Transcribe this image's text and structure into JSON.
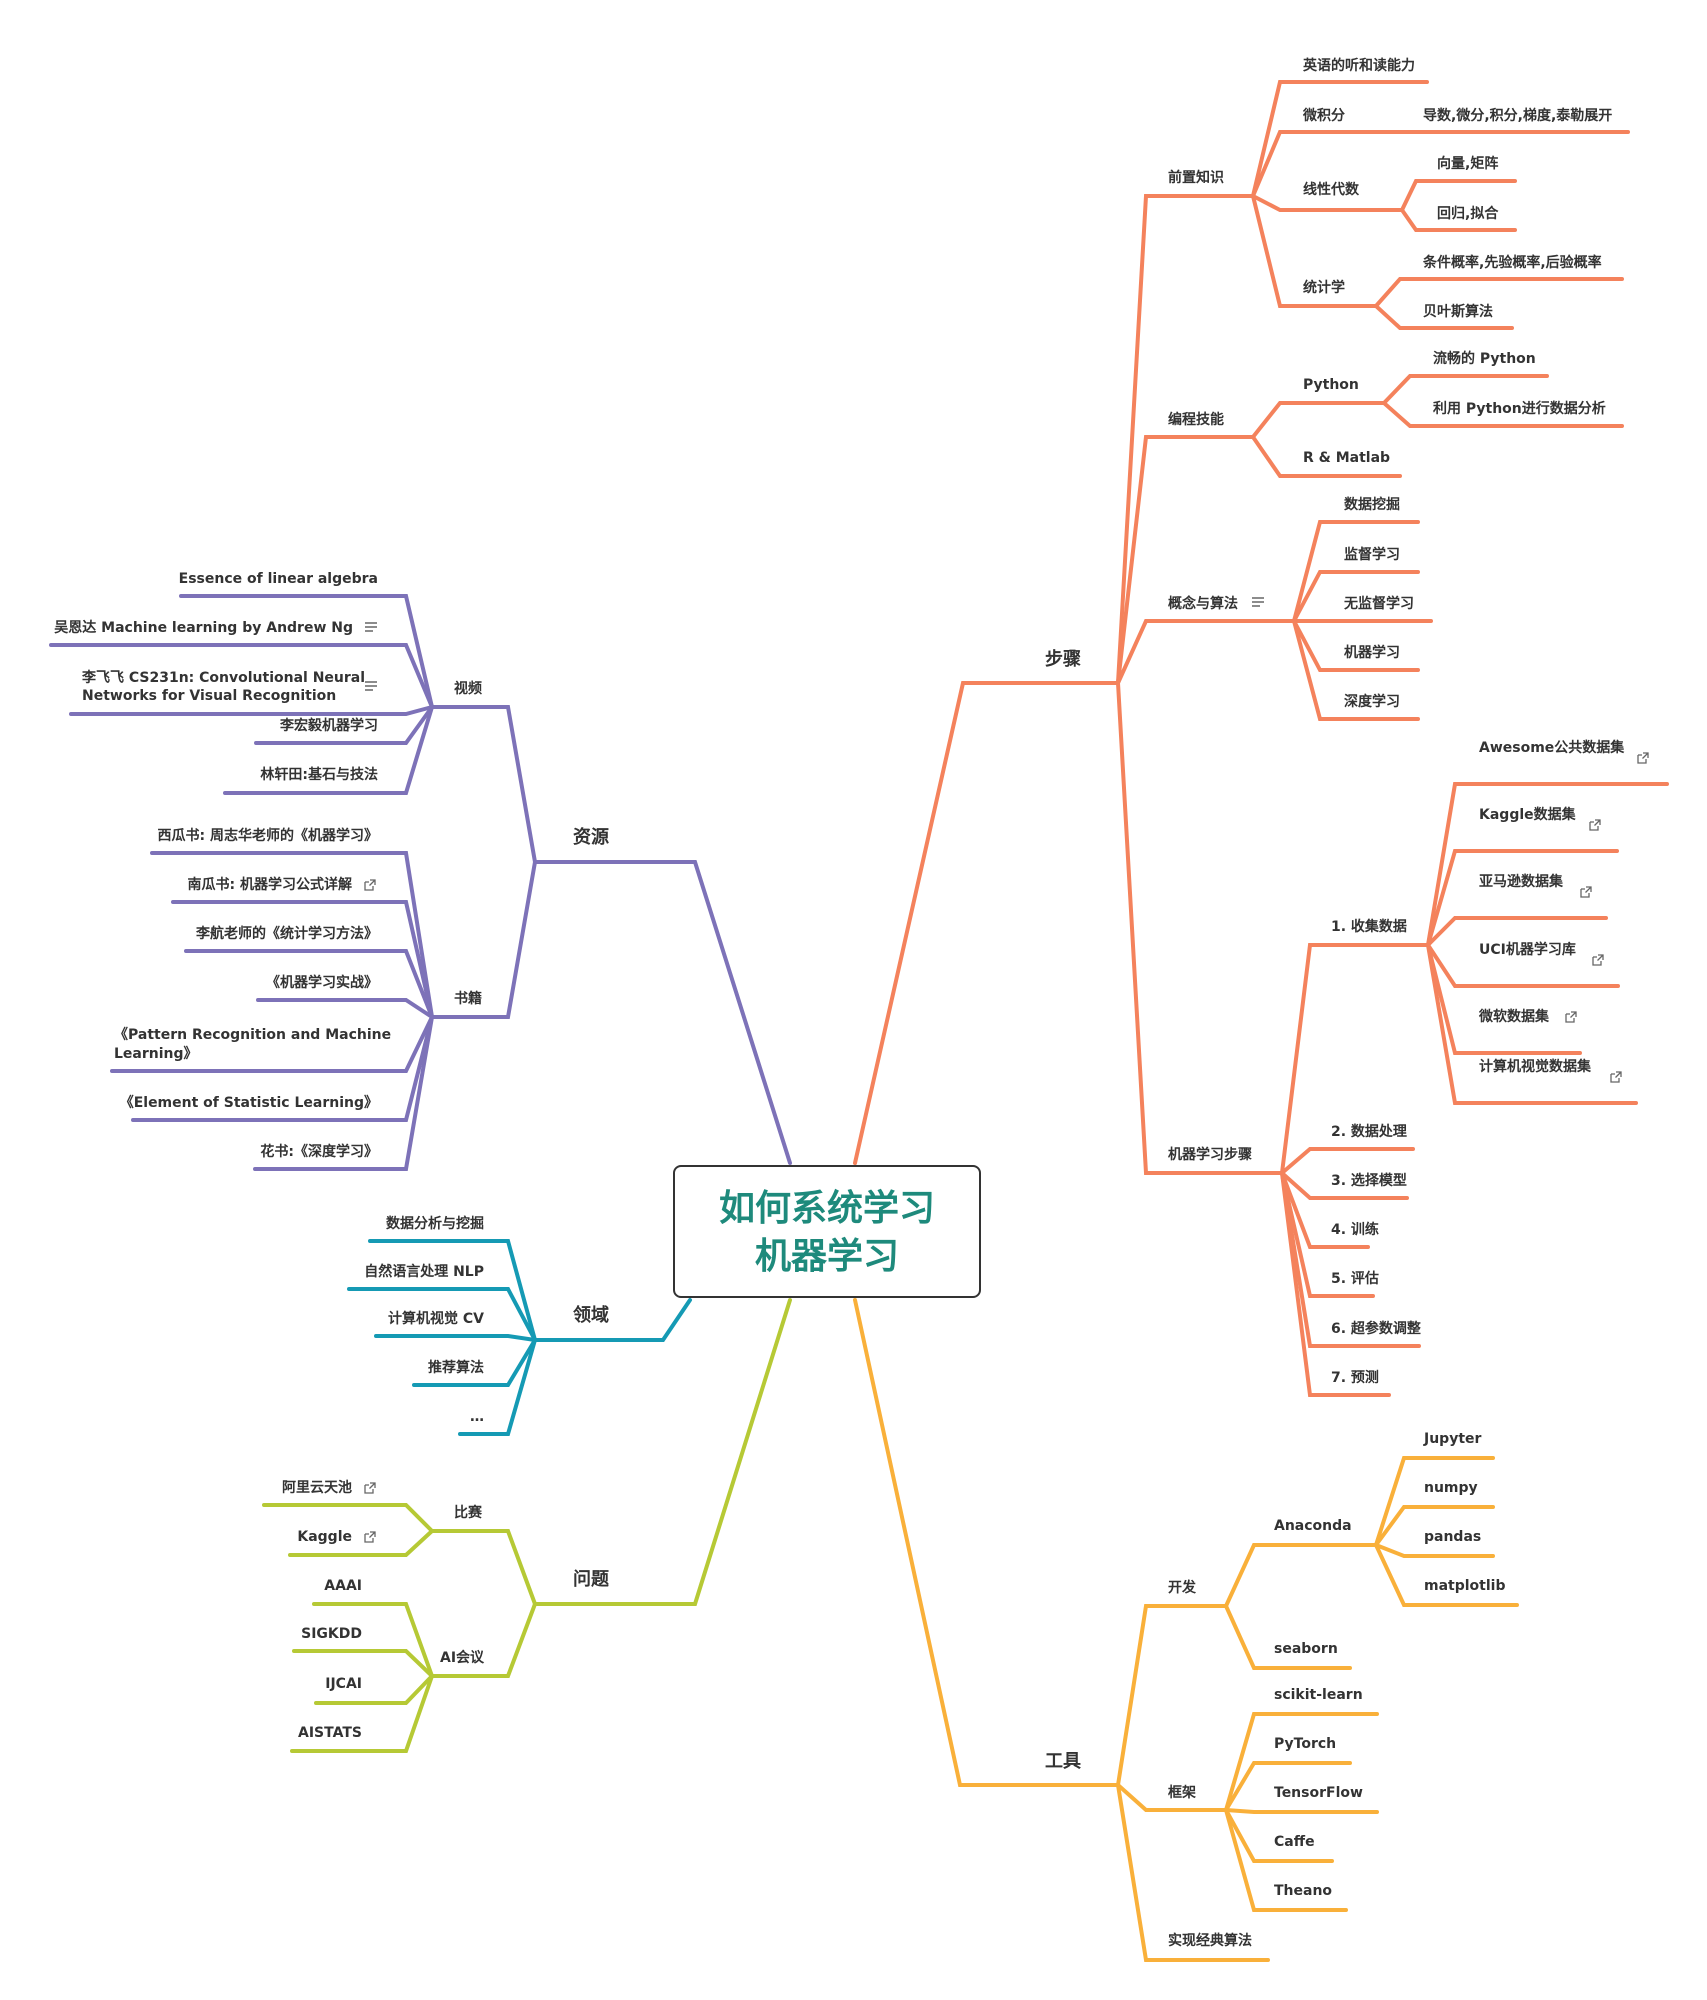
{
  "colors": {
    "steps": "#f4825c",
    "tools": "#f9b03a",
    "resources": "#7d72b8",
    "domains": "#159ab4",
    "problems": "#b6c935",
    "root_text": "#1e8a7c",
    "text": "#333333"
  },
  "root": {
    "line1": "如何系统学习",
    "line2": "机器学习"
  },
  "nodes": {
    "n1": "步骤",
    "n1_1": "前置知识",
    "n1_1_1": "英语的听和读能力",
    "n1_1_2": "微积分",
    "n1_1_2_1": "导数,微分,积分,梯度,泰勒展开",
    "n1_1_3": "线性代数",
    "n1_1_3_1": "向量,矩阵",
    "n1_1_3_2": "回归,拟合",
    "n1_1_4": "统计学",
    "n1_1_4_1": "条件概率,先验概率,后验概率",
    "n1_1_4_2": "贝叶斯算法",
    "n1_2": "编程技能",
    "n1_2_1": "Python",
    "n1_2_1_1": "流畅的 Python",
    "n1_2_1_2": "利用 Python进行数据分析",
    "n1_2_2": "R & Matlab",
    "n1_3": "概念与算法",
    "n1_3_1": "数据挖掘",
    "n1_3_2": "监督学习",
    "n1_3_3": "无监督学习",
    "n1_3_4": "机器学习",
    "n1_3_5": "深度学习",
    "n1_4": "机器学习步骤",
    "n1_4_1": "1. 收集数据",
    "n1_4_1_1": "Awesome公共数据集",
    "n1_4_1_2": "Kaggle数据集",
    "n1_4_1_3": "亚马逊数据集",
    "n1_4_1_4": "UCI机器学习库",
    "n1_4_1_5": "微软数据集",
    "n1_4_1_6": "计算机视觉数据集",
    "n1_4_2": "2. 数据处理",
    "n1_4_3": "3. 选择模型",
    "n1_4_4": "4. 训练",
    "n1_4_5": "5. 评估",
    "n1_4_6": "6. 超参数调整",
    "n1_4_7": "7. 预测",
    "n2": "工具",
    "n2_1": "开发",
    "n2_1_1": "Anaconda",
    "n2_1_1_1": "Jupyter",
    "n2_1_1_2": "numpy",
    "n2_1_1_3": "pandas",
    "n2_1_1_4": "matplotlib",
    "n2_1_2": "seaborn",
    "n2_2": "框架",
    "n2_2_1": "scikit-learn",
    "n2_2_2": "PyTorch",
    "n2_2_3": "TensorFlow",
    "n2_2_4": "Caffe",
    "n2_2_5": "Theano",
    "n2_3": "实现经典算法",
    "n3": "资源",
    "n3_1": "视频",
    "n3_1_1": "Essence of linear algebra",
    "n3_1_2": "吴恩达 Machine learning by Andrew Ng",
    "n3_1_3_a": "李飞飞 CS231n: Convolutional Neural",
    "n3_1_3_b": "Networks for Visual Recognition",
    "n3_1_4": "李宏毅机器学习",
    "n3_1_5": "林轩田:基石与技法",
    "n3_2": "书籍",
    "n3_2_1": "西瓜书: 周志华老师的《机器学习》",
    "n3_2_2": "南瓜书: 机器学习公式详解",
    "n3_2_3": "李航老师的《统计学习方法》",
    "n3_2_4": "《机器学习实战》",
    "n3_2_5_a": "《Pattern Recognition and Machine",
    "n3_2_5_b": "Learning》",
    "n3_2_6": "《Element of Statistic Learning》",
    "n3_2_7": "花书:《深度学习》",
    "n4": "领域",
    "n4_1": "数据分析与挖掘",
    "n4_2": "自然语言处理 NLP",
    "n4_3": "计算机视觉 CV",
    "n4_4": "推荐算法",
    "n4_5": "…",
    "n5": "问题",
    "n5_1": "比赛",
    "n5_1_1": "阿里云天池",
    "n5_1_2": "Kaggle",
    "n5_2": "AI会议",
    "n5_2_1": "AAAI",
    "n5_2_2": "SIGKDD",
    "n5_2_3": "IJCAI",
    "n5_2_4": "AISTATS"
  },
  "icons": {
    "link": "external-link-icon",
    "note": "notes-icon"
  }
}
